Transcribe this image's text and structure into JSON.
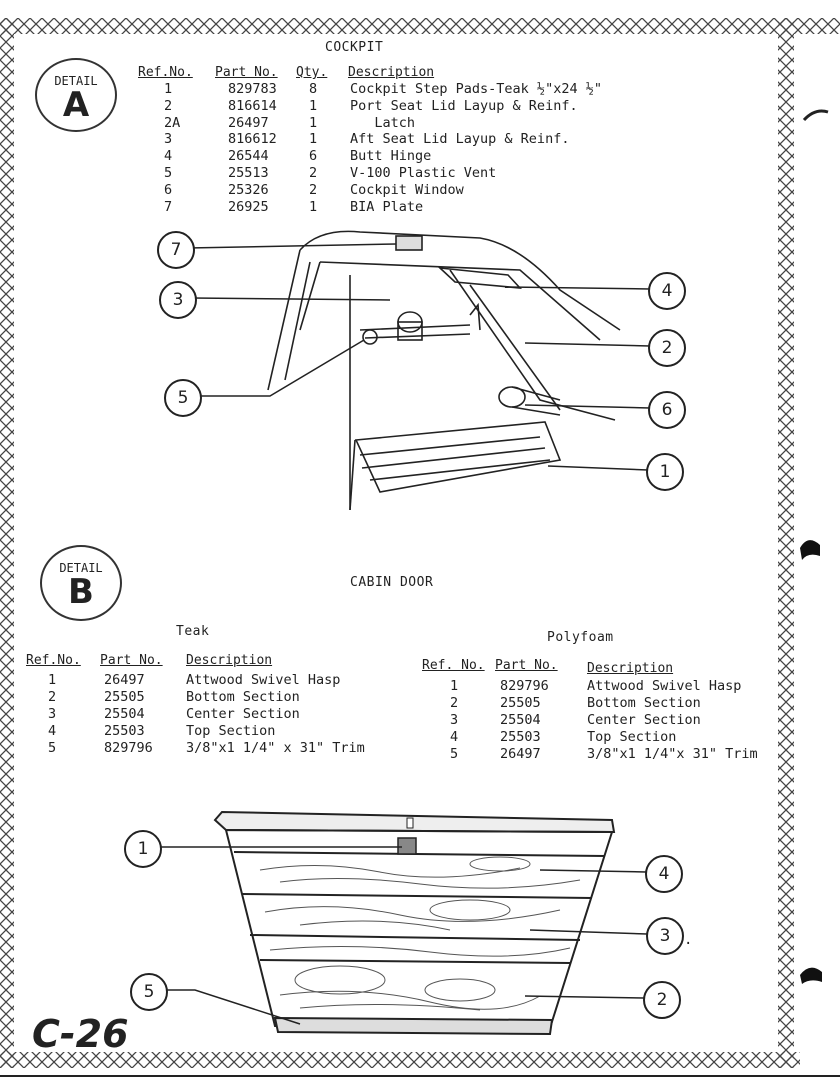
{
  "detail_a": {
    "label": "DETAIL",
    "letter": "A",
    "section_title": "COCKPIT",
    "headers": [
      "Ref.No.",
      "Part No.",
      "Qty.",
      "Description"
    ],
    "rows": [
      [
        "1",
        "829783",
        "8",
        "Cockpit Step Pads-Teak ½\"x24 ½\""
      ],
      [
        "2",
        "816614",
        "1",
        "Port Seat Lid Layup & Reinf."
      ],
      [
        "2A",
        "26497",
        "1",
        "   Latch"
      ],
      [
        "3",
        "816612",
        "1",
        "Aft Seat Lid Layup & Reinf."
      ],
      [
        "4",
        "26544",
        "6",
        "Butt Hinge"
      ],
      [
        "5",
        "25513",
        "2",
        "V-100 Plastic Vent"
      ],
      [
        "6",
        "25326",
        "2",
        "Cockpit Window"
      ],
      [
        "7",
        "26925",
        "1",
        "BIA Plate"
      ]
    ],
    "callouts": [
      "7",
      "3",
      "5",
      "4",
      "2",
      "6",
      "1"
    ]
  },
  "detail_b": {
    "label": "DETAIL",
    "letter": "B",
    "section_title": "CABIN DOOR",
    "teak": {
      "title": "Teak",
      "headers": [
        "Ref.No.",
        "Part No.",
        "Description"
      ],
      "rows": [
        [
          "1",
          "26497",
          "Attwood Swivel Hasp"
        ],
        [
          "2",
          "25505",
          "Bottom Section"
        ],
        [
          "3",
          "25504",
          "Center Section"
        ],
        [
          "4",
          "25503",
          "Top Section"
        ],
        [
          "5",
          "829796",
          "3/8\"x1 1/4\" x 31\" Trim"
        ]
      ]
    },
    "polyfoam": {
      "title": "Polyfoam",
      "headers": [
        "Ref. No.",
        "Part No.",
        "Description"
      ],
      "rows": [
        [
          "1",
          "829796",
          "Attwood Swivel Hasp"
        ],
        [
          "2",
          "25505",
          "Bottom Section"
        ],
        [
          "3",
          "25504",
          "Center Section"
        ],
        [
          "4",
          "25503",
          "Top Section"
        ],
        [
          "5",
          "26497",
          "3/8\"x1 1/4\"x 31\" Trim"
        ]
      ]
    },
    "callouts": [
      "1",
      "4",
      "3",
      "5",
      "2"
    ]
  },
  "page_number": "C-26"
}
